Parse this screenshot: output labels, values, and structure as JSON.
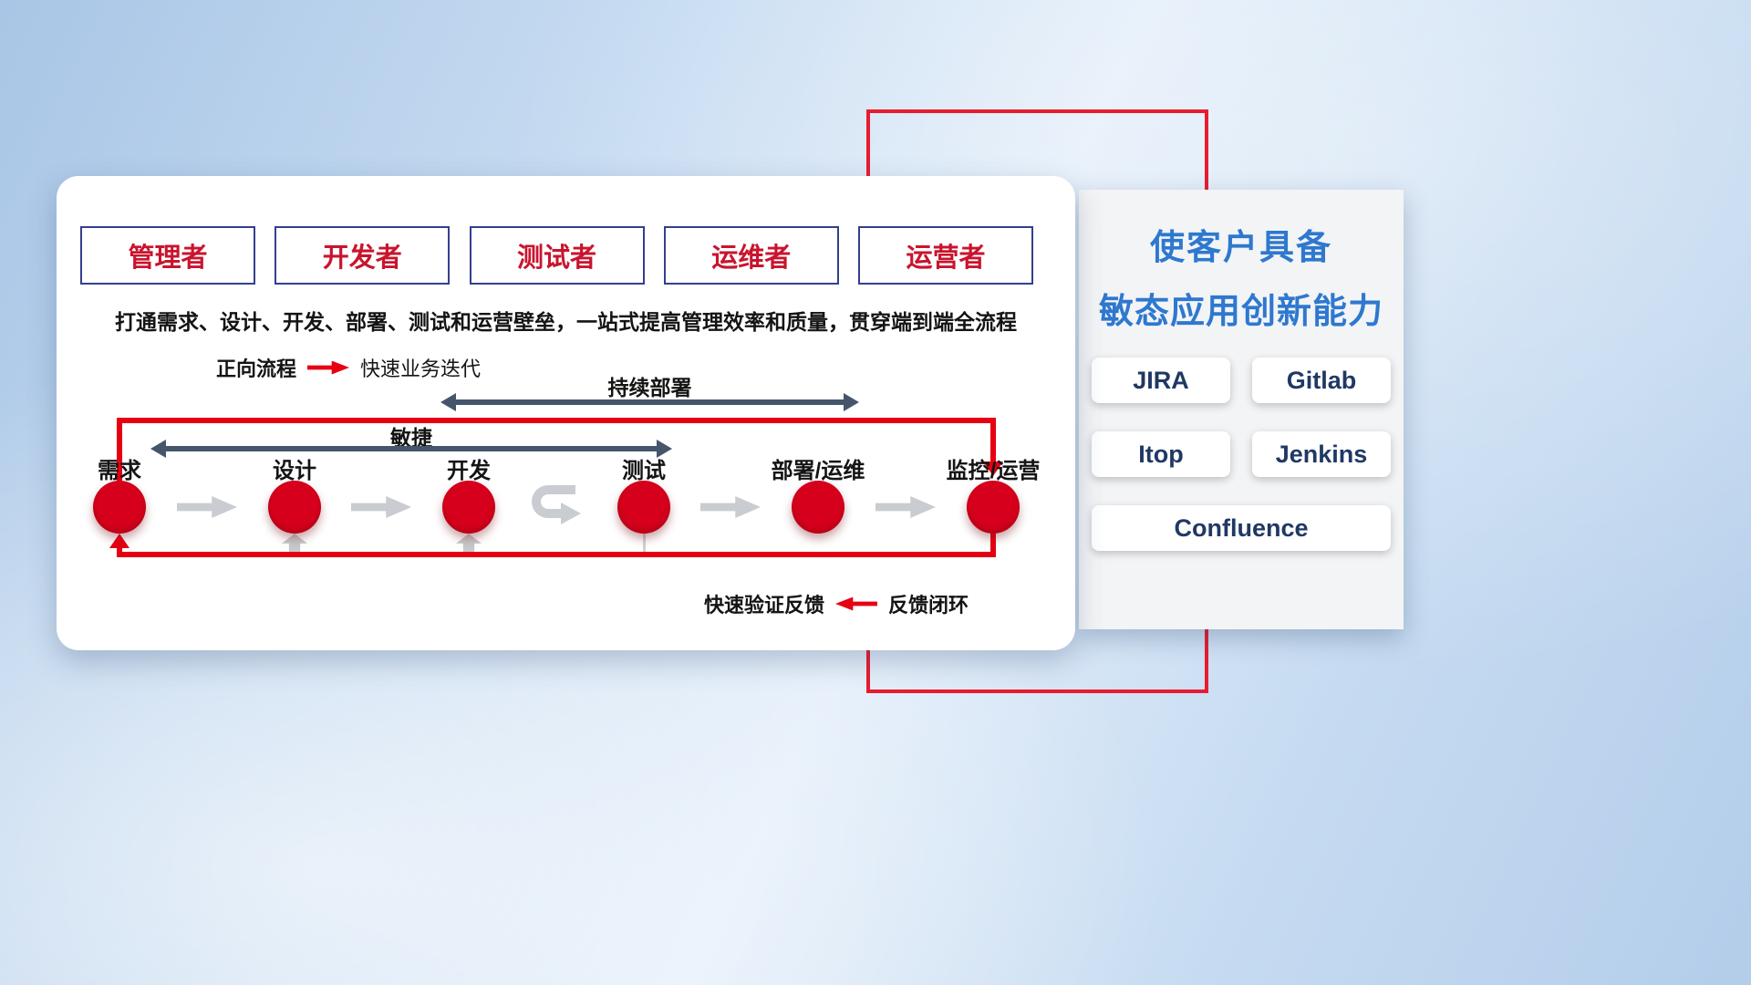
{
  "roles": [
    "管理者",
    "开发者",
    "测试者",
    "运维者",
    "运营者"
  ],
  "description": "打通需求、设计、开发、部署、测试和运营壁垒，一站式提高管理效率和质量，贯穿端到端全流程",
  "legend": {
    "forward_label": "正向流程",
    "forward_value": "快速业务迭代",
    "feedback_value": "快速验证反馈",
    "feedback_label": "反馈闭环"
  },
  "flow": {
    "continuous_deploy_label": "持续部署",
    "agile_label": "敏捷",
    "stages": [
      "需求",
      "设计",
      "开发",
      "测试",
      "部署/运维",
      "监控/运营"
    ]
  },
  "right_panel": {
    "title_line1": "使客户具备",
    "title_line2": "敏态应用创新能力",
    "tools": [
      "JIRA",
      "Gitlab",
      "Itop",
      "Jenkins",
      "Confluence"
    ]
  },
  "colors": {
    "accent_red": "#e60012",
    "circle_red": "#d6001c",
    "slate_arrow": "#45566b",
    "title_blue": "#2e78cf",
    "tool_navy": "#203864"
  }
}
